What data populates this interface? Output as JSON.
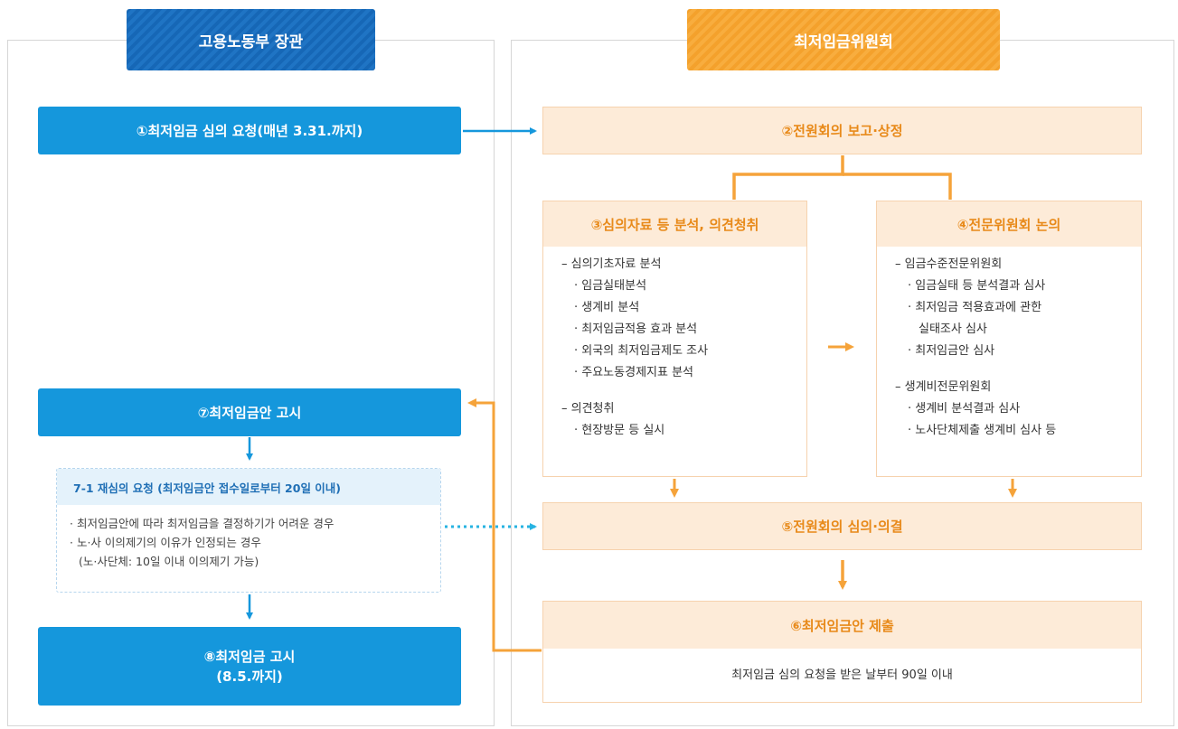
{
  "left": {
    "header": "고용노동부 장관",
    "step1": "①최저임금 심의 요청(매년 3.31.까지)",
    "step7": "⑦최저임금안 고시",
    "reconsider": {
      "title": "7-1 재심의 요청 (최저임금안 접수일로부터 20일 이내)",
      "items": [
        "· 최저임금안에 따라 최저임금을 결정하기가 어려운 경우",
        "· 노·사 이의제기의 이유가 인정되는 경우",
        "(노·사단체: 10일 이내 이의제기 가능)"
      ]
    },
    "step8": {
      "line1": "⑧최저임금 고시",
      "line2": "(8.5.까지)"
    }
  },
  "right": {
    "header": "최저임금위원회",
    "step2": "②전원회의 보고·상정",
    "step3": {
      "title": "③심의자료 등 분석, 의견청취",
      "items": [
        "– 심의기초자료 분석",
        "· 임금실태분석",
        "· 생계비 분석",
        "· 최저임금적용 효과 분석",
        "· 외국의 최저임금제도 조사",
        "· 주요노동경제지표 분석",
        "– 의견청취",
        "· 현장방문 등 실시"
      ]
    },
    "step4": {
      "title": "④전문위원회 논의",
      "items": [
        "– 임금수준전문위원회",
        "· 임금실태 등 분석결과 심사",
        "· 최저임금 적용효과에 관한",
        "실태조사 심사",
        "· 최저임금안 심사",
        "– 생계비전문위원회",
        "· 생계비 분석결과 심사",
        "· 노사단체제출 생계비 심사 등"
      ]
    },
    "step5": "⑤전원회의 심의·의결",
    "step6": {
      "title": "⑥최저임금안 제출",
      "note": "최저임금 심의 요청을 받은 날부터 90일 이내"
    }
  },
  "colors": {
    "blue": "#1597dc",
    "dark_blue": "#1a6dbd",
    "orange": "#f5a33a",
    "orange_light": "#fdebd8",
    "orange_text": "#e88a1a"
  }
}
